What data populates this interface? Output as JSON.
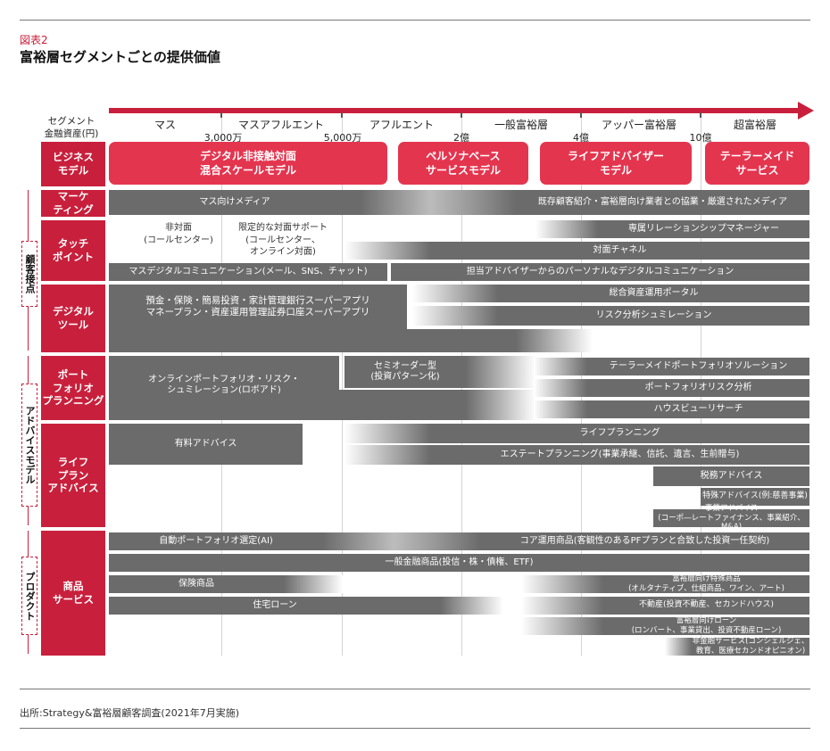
{
  "figure": {
    "label": "図表2",
    "title": "富裕層セグメントごとの提供価値"
  },
  "axis": {
    "header": [
      "セグメント",
      "金融資産(円)"
    ],
    "segments": [
      "マス",
      "マスアフルエント",
      "アフルエント",
      "一般富裕層",
      "アッパー富裕層",
      "超富裕層"
    ],
    "ticks": [
      "3,000万",
      "5,000万",
      "2億",
      "4億",
      "10億"
    ]
  },
  "rows": {
    "business": "ビジネス\nモデル",
    "media": "マーケ\nティング",
    "touch": "タッチ\nポイント",
    "digital": "デジタル\nツール",
    "portfolio": "ポート\nフォリオ\nプランニング",
    "lifeplan": "ライフ\nプラン\nアドバイス",
    "products": "商品\nサービス"
  },
  "groups": {
    "customer": "顧客接点",
    "advice": "アドバイスモデル",
    "product": "プロダクト"
  },
  "business_models": [
    "デジタル非接触対面\n混合スケールモデル",
    "ペルソナベース\nサービスモデル",
    "ライフアドバイザー\nモデル",
    "テーラーメイド\nサービス"
  ],
  "marketing": {
    "mass": "マス向けメディア",
    "wealthy": "既存顧客紹介・富裕層向け業者との協業・厳選されたメディア"
  },
  "touchpoints": {
    "nonface": "非対面\n(コールセンター)",
    "limited": "限定的な対面サポート\n(コールセンター、\nオンライン対面)",
    "rm": "専属リレーションシップマネージャー",
    "face": "対面チャネル",
    "mass_digital": "マスデジタルコミュニケーション(メール、SNS、チャット)",
    "personal_digital": "担当アドバイザーからのパーソナルなデジタルコミュニケーション"
  },
  "digital_tools": {
    "apps": "預金・保険・簡易投資・家計管理銀行スーパーアプリ\nマネープラン・資産運用管理証券口座スーパーアプリ",
    "portal": "総合資産運用ポータル",
    "risk_sim": "リスク分析シュミレーション"
  },
  "portfolio": {
    "robo": "オンラインポートフォリオ・リスク・\nシュミレーション(ロボアド)",
    "semi": "セミオーダー型\n(投資パターン化)",
    "tailor": "テーラーメイドポートフォリオソルーション",
    "risk": "ポートフォリオリスク分析",
    "house": "ハウスビューリサーチ"
  },
  "lifeplan": {
    "paid": "有料アドバイス",
    "life": "ライフプランニング",
    "estate": "エステートプランニング(事業承継、信託、遺言、生前贈与)",
    "tax": "税務アドバイス",
    "special": "特殊アドバイス(例:慈善事業)",
    "business": "事業アドバイス\n(コーポ―レートファイナンス、事業紹介、M&A)"
  },
  "products": {
    "auto": "自動ポートフォリオ選定(AI)",
    "core": "コア運用商品(客観性のあるPFプランと合致した投資一任契約)",
    "general": "一般金融商品(投信・株・債権、ETF)",
    "insurance": "保険商品",
    "wealthy_special": "富裕層向け特殊商品\n(オルタナティブ、仕組商品、ワイン、アート)",
    "mortgage": "住宅ローン",
    "realestate": "不動産(投資不動産、セカンドハウス)",
    "wealthy_loan": "富裕層向けローン\n(ロンバート、事業貸出、投資不動産ローン)",
    "nonfin": "非金融サービス(コンシェルジェ、\n教育、医療セカンドオピニオン)"
  },
  "source": "出所:Strategy&富裕層顧客調査(2021年7月実施)",
  "colors": {
    "accent": "#c8203c",
    "business": "#e4354f",
    "bar": "#6b6b6b"
  }
}
